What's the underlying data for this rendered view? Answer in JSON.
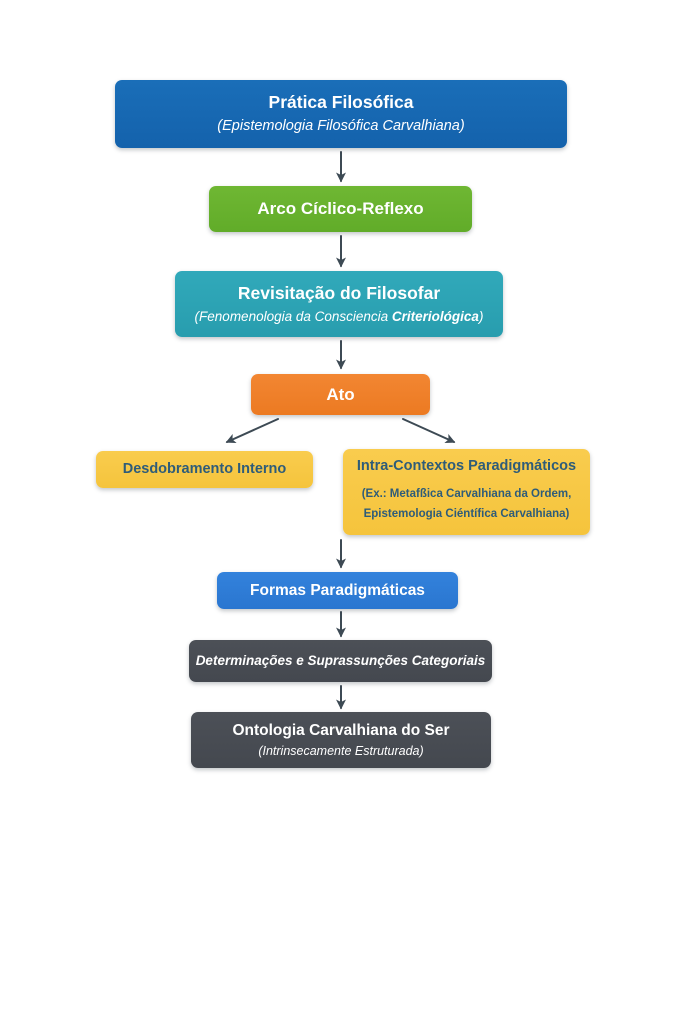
{
  "colors": {
    "background": "#ffffff",
    "blue_dark": "#1567b2",
    "green": "#68b32e",
    "teal": "#2ca4b5",
    "orange": "#ef7f2a",
    "yellow": "#f7c845",
    "blue_bright": "#2e7cd6",
    "dark_gray": "#474b52",
    "yellow_box_text": "#2e5c79",
    "arrow": "#3d4a54"
  },
  "diagram": {
    "nodes": {
      "pratica": {
        "title": "Prática Filosófica",
        "subtitle": "(Epistemologia Filosófica Carvalhiana)"
      },
      "arco": {
        "title": "Arco Cíclico-Reflexo"
      },
      "revisitacao": {
        "title": "Revisitação do Filosofar",
        "subtitle_prefix": "(Fenomenologia da Consciencia ",
        "subtitle_bold": "Criteriológica",
        "subtitle_suffix": ")"
      },
      "ato": {
        "title": "Ato"
      },
      "desdobramento": {
        "title": "Desdobramento Interno"
      },
      "intra": {
        "title": "Intra-Contextos Paradigmáticos",
        "line1": "(Ex.: Metafßica Carvalhiana da Ordem,",
        "line2": "Epistemologia Ciéntífica Carvalhiana)"
      },
      "formas": {
        "title": "Formas Paradigmáticas"
      },
      "determinacoes": {
        "title": "Determinações e Suprassunções Categoriais"
      },
      "ontologia": {
        "title": "Ontologia Carvalhiana do Ser",
        "subtitle": "(Intrinsecamente Estruturada)"
      }
    }
  }
}
